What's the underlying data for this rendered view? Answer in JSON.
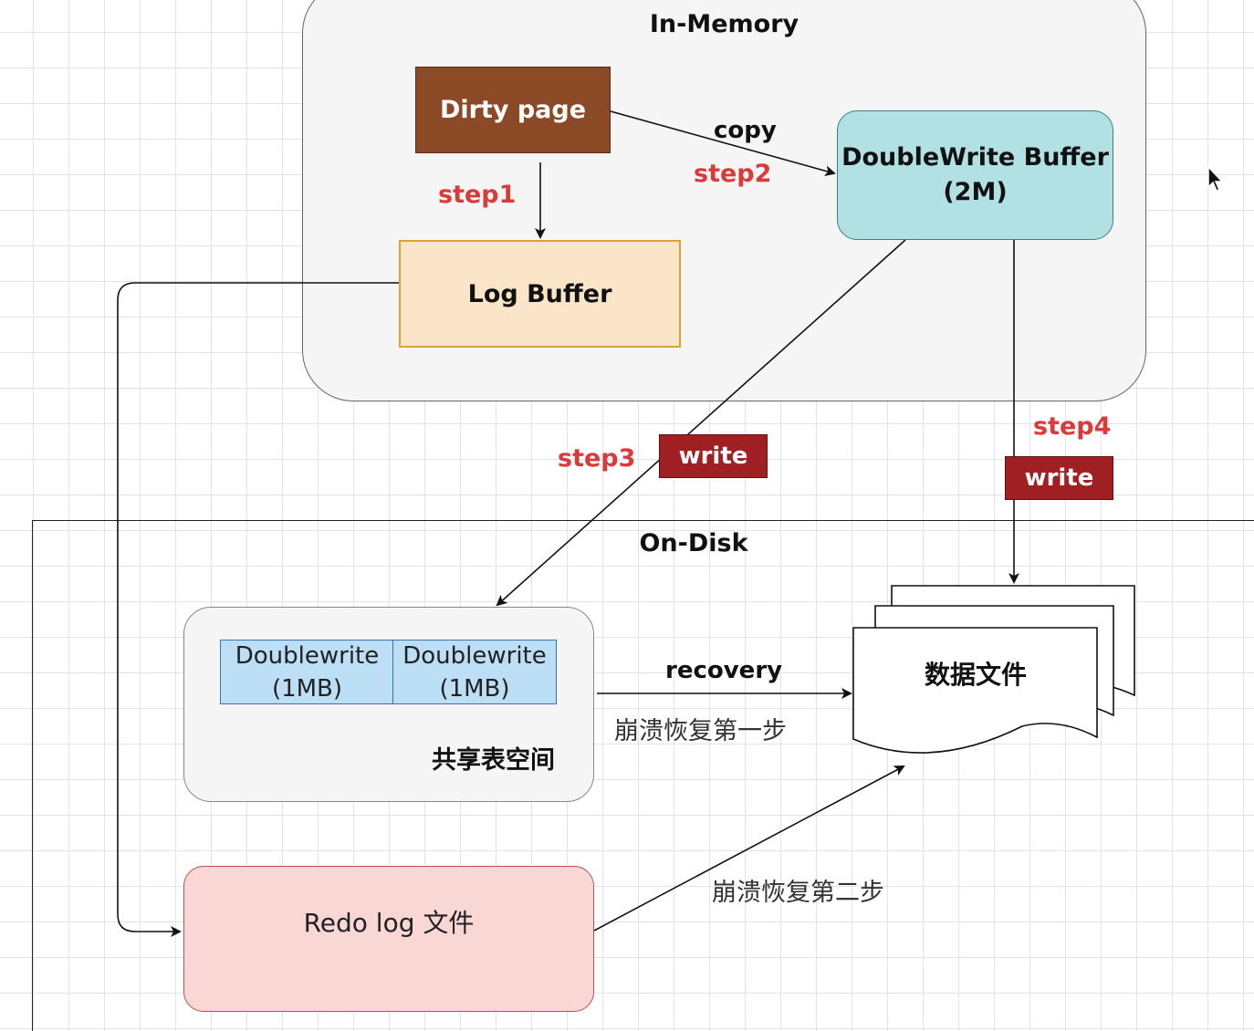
{
  "in_memory": {
    "title": "In-Memory"
  },
  "on_disk": {
    "title": "On-Disk"
  },
  "nodes": {
    "dirty_page": "Dirty page",
    "log_buffer": "Log Buffer",
    "doublewrite_buffer": {
      "line1": "DoubleWrite Buffer",
      "line2": "(2M)"
    },
    "shared_tablespace": {
      "label": "共享表空间",
      "cells": [
        {
          "line1": "Doublewrite",
          "line2": "(1MB)"
        },
        {
          "line1": "Doublewrite",
          "line2": "(1MB)"
        }
      ]
    },
    "redo_log": "Redo log 文件",
    "data_file": "数据文件"
  },
  "edges": {
    "step1": "step1",
    "step2": "step2",
    "step3": "step3",
    "step4": "step4",
    "copy": "copy",
    "write_3": "write",
    "write_4": "write",
    "recovery": "recovery",
    "crash_recovery_step1": "崩溃恢复第一步",
    "crash_recovery_step2": "崩溃恢复第二步"
  },
  "colors": {
    "dirty_page": "#8b4a25",
    "log_buffer": "#fbe5c8",
    "doublewrite_buffer": "#b2e1e3",
    "write_tag": "#a01f23",
    "step_label": "#d93a3a",
    "doublewrite_cell": "#bcdff5",
    "redo_log": "#f8d7d5"
  },
  "icons": {
    "cursor": "mouse-pointer-icon"
  }
}
